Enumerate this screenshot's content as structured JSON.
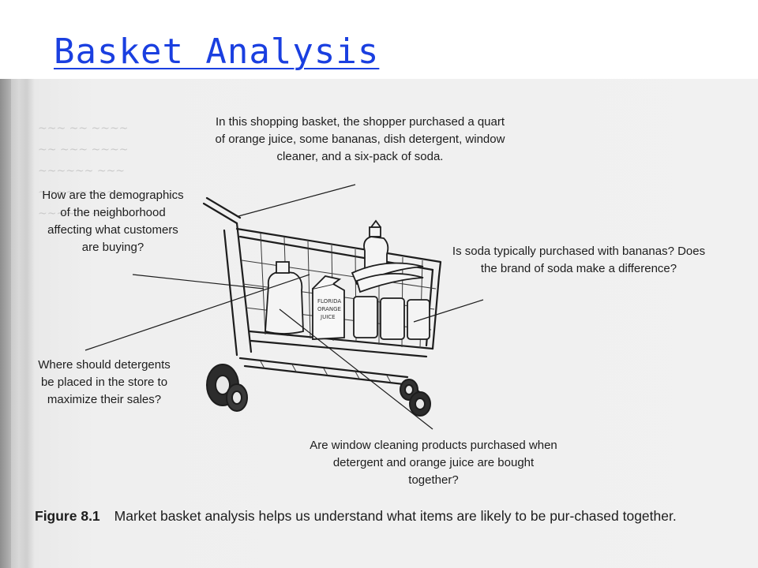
{
  "slide": {
    "title": "Basket Analysis"
  },
  "callouts": {
    "top": "In this shopping basket, the shopper purchased a quart of orange juice, some bananas, dish detergent, window cleaner, and a six-pack of soda.",
    "demographics": "How are the demographics of the neighborhood affecting what customers are buying?",
    "soda": "Is soda typically purchased with bananas? Does the brand of soda make a difference?",
    "detergents": "Where should detergents be placed in the store to maximize their sales?",
    "window": "Are window cleaning products purchased when detergent and orange juice are bought together?"
  },
  "carton": {
    "line1": "FLORIDA",
    "line2": "ORANGE",
    "line3": "JUICE"
  },
  "figure": {
    "label": "Figure 8.1",
    "caption": "Market basket analysis helps us understand what items are likely to be pur-chased together."
  }
}
